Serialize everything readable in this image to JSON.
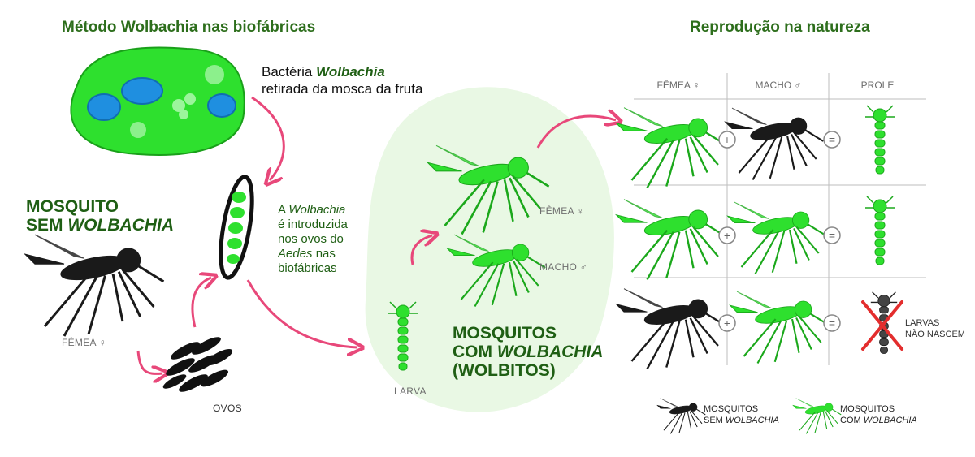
{
  "left_title": "Método Wolbachia nas biofábricas",
  "right_title": "Reprodução na natureza",
  "bacteria": {
    "line1_prefix": "Bactéria ",
    "line1_italic": "Wolbachia",
    "line2": "retirada da mosca da fruta"
  },
  "mosquito_without": {
    "line1": "MOSQUITO",
    "line2_prefix": "SEM ",
    "line2_italic": "WOLBACHIA",
    "female_label": "FÊMEA ♀"
  },
  "eggs_label": "OVOS",
  "introduced": {
    "line1_prefix": "A ",
    "line1_italic": "Wolbachia",
    "line2": "é introduzida",
    "line3": "nos ovos do",
    "line4_italic": "Aedes",
    "line4_suffix": " nas",
    "line5": "biofábricas"
  },
  "wolbitos": {
    "female_label": "FÊMEA ♀",
    "male_label": "MACHO ♂",
    "larva_label": "LARVA",
    "line1": "MOSQUITOS",
    "line2_prefix": "COM ",
    "line2_italic": "WOLBACHIA",
    "line3": "(WOLBITOS)"
  },
  "grid": {
    "headers": [
      "FÊMEA ♀",
      "MACHO ♂",
      "PROLE"
    ],
    "plus": "+",
    "equals": "=",
    "no_larvae_line1": "LARVAS",
    "no_larvae_line2": "NÃO NASCEM"
  },
  "legend": {
    "without_line1": "MOSQUITOS",
    "without_line2_prefix": "SEM ",
    "without_line2_italic": "WOLBACHIA",
    "with_line1": "MOSQUITOS",
    "with_line2_prefix": "COM ",
    "with_line2_italic": "WOLBACHIA"
  },
  "colors": {
    "bright_green": "#2ee02e",
    "dark_green_text": "#1f5f14",
    "title_green": "#2d6e1c",
    "arrow_pink": "#e8487a",
    "blob_bg": "#e9f8e4",
    "bacteria_blue": "#1f8fe0"
  }
}
